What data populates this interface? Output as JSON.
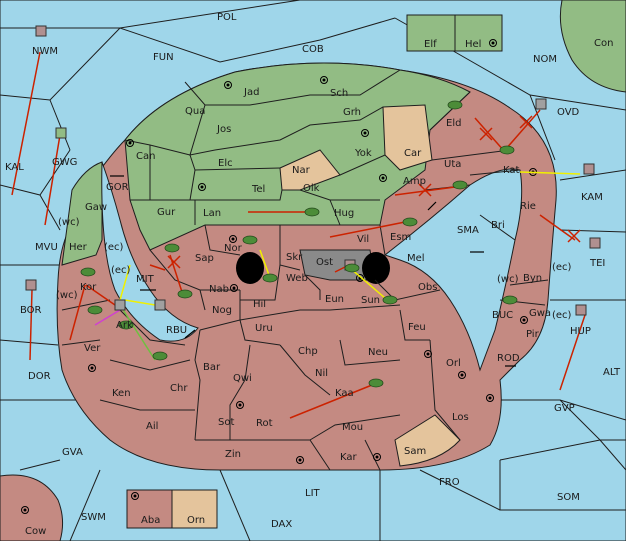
{
  "colors": {
    "sea": "#9fd6ea",
    "green_power": "#92bc84",
    "red_power": "#c48a82",
    "neutral": "#e4c49c",
    "impassable": "#8a8a8a",
    "move_arrow": "#cc2200",
    "support_arrow": "#f0f000"
  },
  "labels": {
    "POL": "POL",
    "COB": "COB",
    "FUN": "FUN",
    "NOM": "NOM",
    "OVD": "OVD",
    "NWM": "NWM",
    "KAL": "KAL",
    "GWG": "GWG",
    "GOR": "GOR",
    "wc1": "(wc)",
    "MVU": "MVU",
    "ec1": "(ec)",
    "KAM": "KAM",
    "TEI": "TEI",
    "SMA": "SMA",
    "MIT": "MIT",
    "BOR": "BOR",
    "wc2": "(wc)",
    "ec2": "(ec)",
    "RBU": "RBU",
    "BUC": "BUC",
    "wc3": "(wc)",
    "ec3": "(ec)",
    "ROD": "ROD",
    "ALT": "ALT",
    "DOR": "DOR",
    "GVP": "GVP",
    "GVA": "GVA",
    "FRO": "FRO",
    "LIT": "LIT",
    "SOM": "SOM",
    "SWM": "SWM",
    "DAX": "DAX",
    "wc4": "(wc)",
    "ec4": "(ec)",
    "Elf": "Elf",
    "Hel": "Hel",
    "Con": "Con",
    "Jad": "Jad",
    "Sch": "Sch",
    "Qua": "Qua",
    "Jos": "Jos",
    "Grh": "Grh",
    "Can": "Can",
    "Elc": "Elc",
    "Nar": "Nar",
    "Yok": "Yok",
    "Car": "Car",
    "Eld": "Eld",
    "Uta": "Uta",
    "Kat": "Kat",
    "Gaw": "Gaw",
    "Tel": "Tel",
    "Olk": "Olk",
    "Amp": "Amp",
    "Rie": "Rie",
    "Gur": "Gur",
    "Lan": "Lan",
    "Hug": "Hug",
    "Bri": "Bri",
    "Her": "Her",
    "Vil": "Vil",
    "Esm": "Esm",
    "Nor": "Nor",
    "Skr": "Skr",
    "Sap": "Sap",
    "Web": "Web",
    "Ost": "Ost",
    "Mel": "Mel",
    "Byn": "Byn",
    "Kor": "Kor",
    "Nab": "Nab",
    "Eun": "Eun",
    "Sun": "Sun",
    "Obs": "Obs",
    "Hil": "Hil",
    "Gwa": "Gwa",
    "Ark": "Ark",
    "Nog": "Nog",
    "Pir": "Pir",
    "Uru": "Uru",
    "Feu": "Feu",
    "HUP": "HUP",
    "Ver": "Ver",
    "Chp": "Chp",
    "Neu": "Neu",
    "Bar": "Bar",
    "Orl": "Orl",
    "Qwi": "Qwi",
    "Nil": "Nil",
    "Ken": "Ken",
    "Chr": "Chr",
    "Kaa": "Kaa",
    "Sot": "Sot",
    "Rot": "Rot",
    "Ail": "Ail",
    "Mou": "Mou",
    "Los": "Los",
    "Sam": "Sam",
    "Zin": "Zin",
    "Kar": "Kar",
    "Aba": "Aba",
    "Orn": "Orn",
    "Cow": "Cow"
  }
}
